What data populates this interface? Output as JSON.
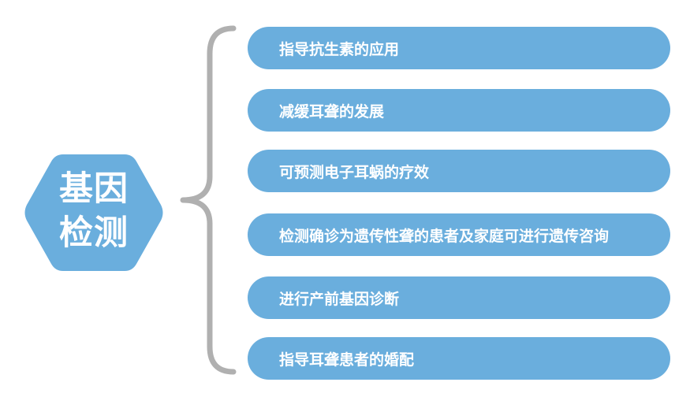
{
  "center": {
    "title_line1": "基因",
    "title_line2": "检测",
    "color": "#6aaedd"
  },
  "brace_color": "#b0b0b0",
  "items": [
    {
      "label": "指导抗生素的应用"
    },
    {
      "label": "减缓耳聋的发展"
    },
    {
      "label": "可预测电子耳蜗的疗效"
    },
    {
      "label": "检测确诊为遗传性聋的患者及家庭可进行遗传咨询"
    },
    {
      "label": "进行产前基因诊断"
    },
    {
      "label": "指导耳聋患者的婚配"
    }
  ]
}
